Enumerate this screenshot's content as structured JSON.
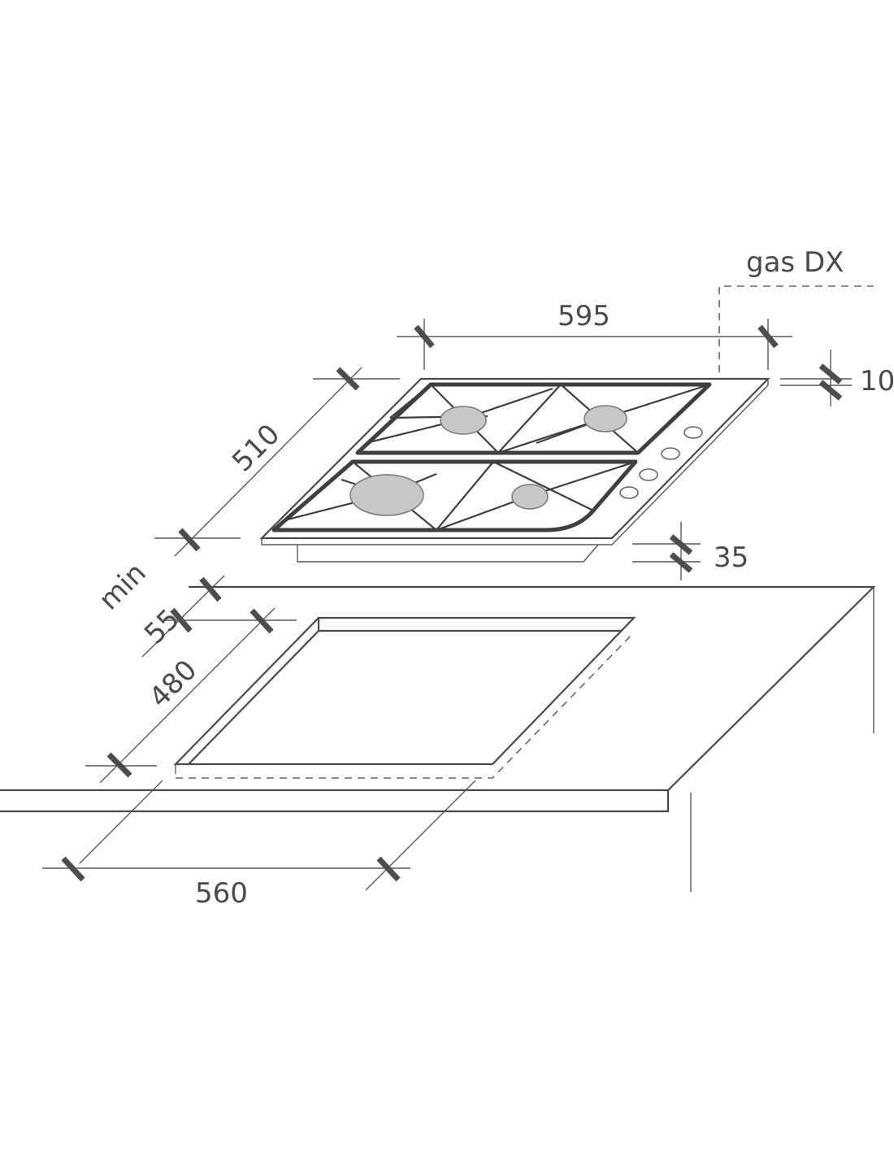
{
  "diagram": {
    "labels": {
      "gas_side": "gas DX",
      "width_hob": "595",
      "depth_hob": "510",
      "thickness_top": "10",
      "height_below": "35",
      "min_label": "min",
      "min_distance": "55",
      "cutout_depth": "480",
      "cutout_width": "560"
    },
    "colors": {
      "line": "#4a4a4a",
      "burner": "#c8c8c8"
    }
  }
}
